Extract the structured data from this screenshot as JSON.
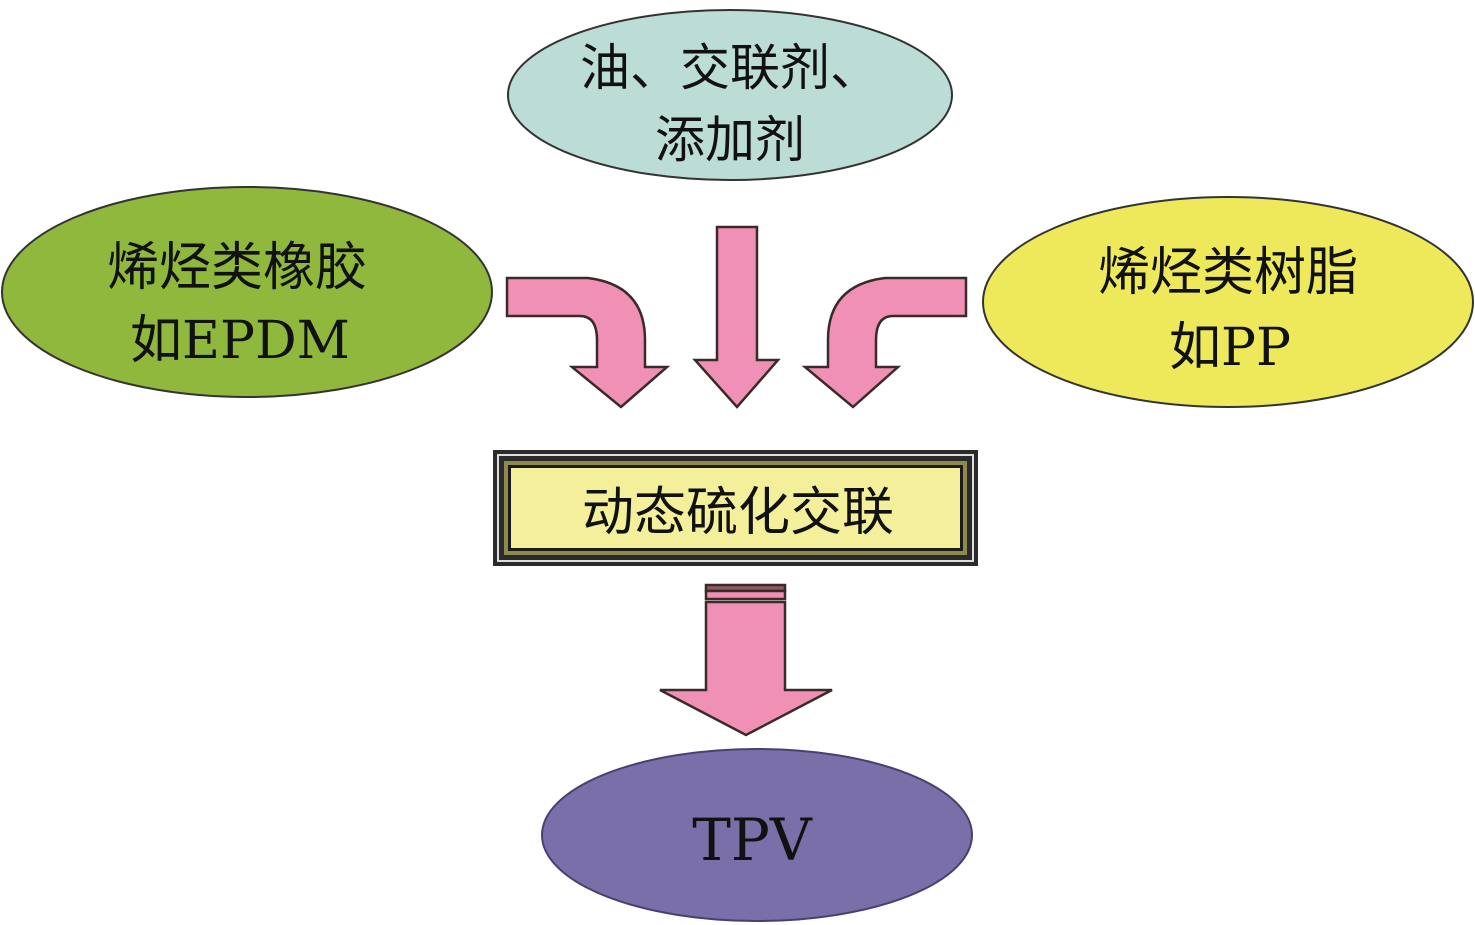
{
  "nodes": {
    "additives": {
      "line1": "油、交联剂、",
      "line2": "添加剂",
      "color": "#bcdcd6"
    },
    "rubber": {
      "line1": "烯烃类橡胶",
      "line2": "如EPDM",
      "color": "#8fb83c"
    },
    "resin": {
      "line1": "烯烃类树脂",
      "line2": "如PP",
      "color": "#ede95a"
    },
    "process": {
      "label": "动态硫化交联",
      "color": "#f3ef9a"
    },
    "product": {
      "label": "TPV",
      "color": "#7a6fa8"
    }
  },
  "arrow_color": "#ef90b4"
}
